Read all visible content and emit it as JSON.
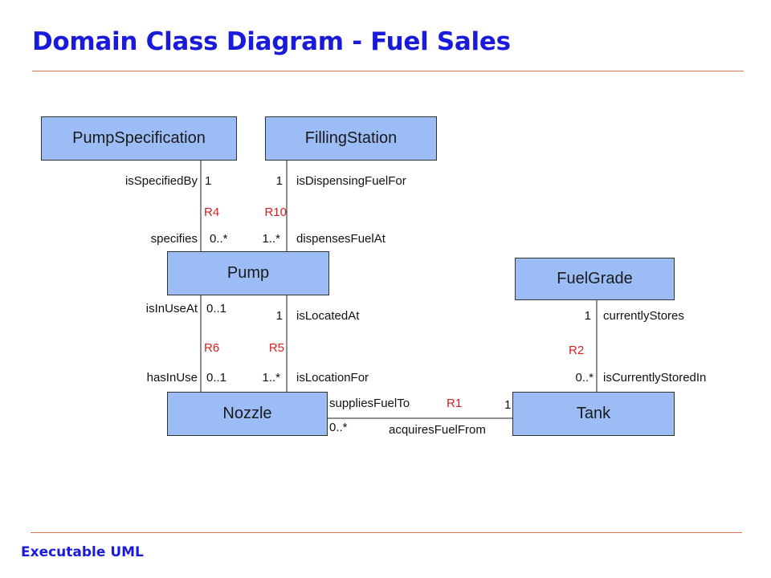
{
  "title": "Domain Class Diagram - Fuel Sales",
  "footer": "Executable UML",
  "colors": {
    "title": "#1a1adb",
    "class_fill": "#9bbcf5",
    "relationship": "#d81e1e",
    "rule": "#d9735a"
  },
  "classes": {
    "pump_specification": "PumpSpecification",
    "filling_station": "FillingStation",
    "pump": "Pump",
    "fuel_grade": "FuelGrade",
    "nozzle": "Nozzle",
    "tank": "Tank"
  },
  "associations": {
    "r4": {
      "id": "R4",
      "top_role": "isSpecifiedBy",
      "top_mult": "1",
      "bottom_role": "specifies",
      "bottom_mult": "0..*"
    },
    "r10": {
      "id": "R10",
      "top_role": "isDispensingFuelFor",
      "top_mult": "1",
      "bottom_role": "dispensesFuelAt",
      "bottom_mult": "1..*"
    },
    "r6": {
      "id": "R6",
      "top_role": "isInUseAt",
      "top_mult": "0..1",
      "bottom_role": "hasInUse",
      "bottom_mult": "0..1"
    },
    "r5": {
      "id": "R5",
      "top_role": "isLocatedAt",
      "top_mult": "1",
      "bottom_role": "isLocationFor",
      "bottom_mult": "1..*"
    },
    "r2": {
      "id": "R2",
      "top_role": "currentlyStores",
      "top_mult": "1",
      "bottom_role": "isCurrentlyStoredIn",
      "bottom_mult": "0..*"
    },
    "r1": {
      "id": "R1",
      "left_role": "suppliesFuelTo",
      "left_mult": "0..*",
      "right_role": "acquiresFuelFrom",
      "right_mult": "1"
    }
  }
}
